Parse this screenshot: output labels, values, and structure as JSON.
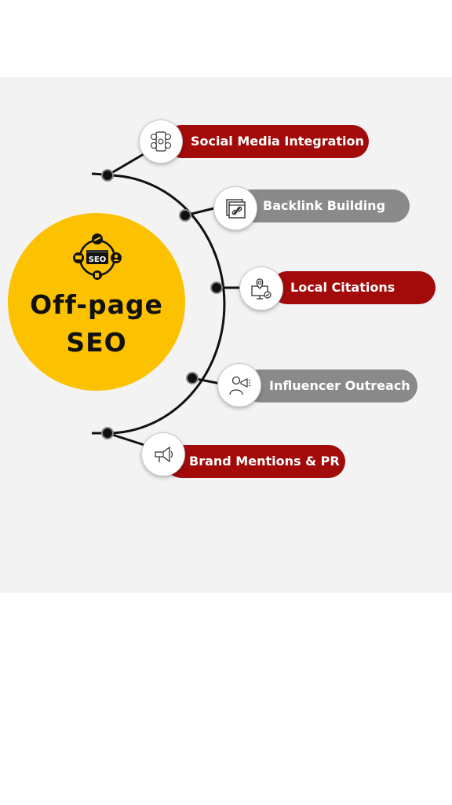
{
  "center": {
    "title_line1": "Off-page",
    "title_line2": "SEO",
    "logo_label": "SEO"
  },
  "steps": [
    {
      "label": "Social Media Integration",
      "icon": "social-media-icon",
      "style": "red"
    },
    {
      "label": "Backlink Building",
      "icon": "backlink-icon",
      "style": "gray"
    },
    {
      "label": "Local Citations",
      "icon": "location-pin-monitor-icon",
      "style": "red"
    },
    {
      "label": "Influencer Outreach",
      "icon": "influencer-megaphone-icon",
      "style": "gray"
    },
    {
      "label": "Brand Mentions & PR",
      "icon": "megaphone-icon",
      "style": "red"
    }
  ],
  "colors": {
    "accent_yellow": "#fcc100",
    "red": "#a30b0b",
    "gray": "#8a8a8a",
    "background": "#f3f3f3",
    "line": "#111111"
  }
}
